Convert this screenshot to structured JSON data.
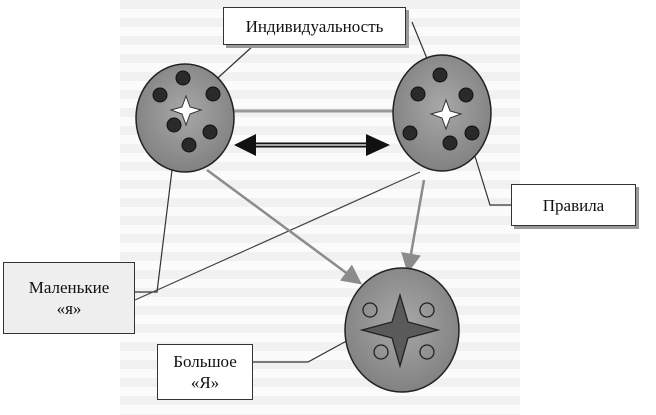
{
  "labels": {
    "individuality": "Индивидуальность",
    "rules": "Правила",
    "small_self_line1": "Маленькие",
    "small_self_line2": "«я»",
    "big_self_line1": "Большое",
    "big_self_line2": "«Я»"
  },
  "colors": {
    "circle_fill": "#9a9a9a",
    "dot_fill": "#2a2a2a",
    "arrow_gray": "#8c8c8c",
    "line_dark": "#333333"
  }
}
